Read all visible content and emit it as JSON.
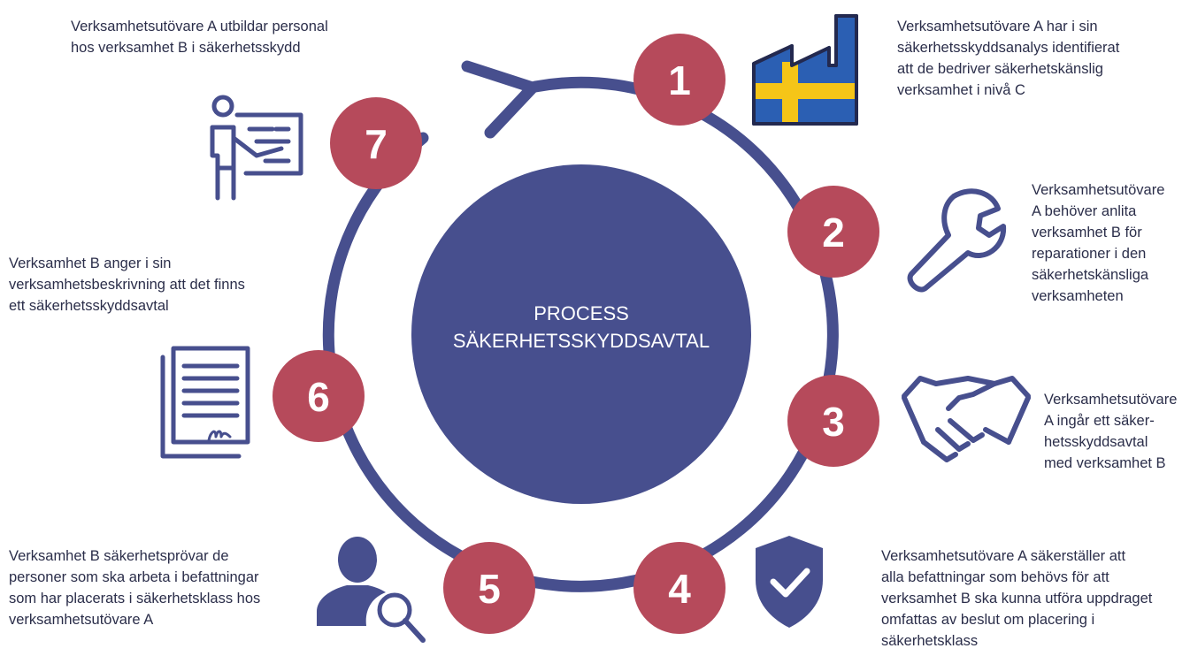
{
  "center": {
    "line1": "PROCESS",
    "line2": "SÄKERHETSSKYDDSAVTAL"
  },
  "colors": {
    "ring": "#474f8e",
    "center_fill": "#474f8e",
    "step_circle": "#b64a5b",
    "flag_blue": "#2b5fb3",
    "flag_yellow": "#f5c518"
  },
  "steps": [
    {
      "number": "1",
      "icon": "factory-swedish-flag-icon",
      "text": "Verksamhetsutövare A har i sin\nsäkerhetsskyddsanalys identifierat\natt de bedriver säkerhetskänslig\nverksamhet i nivå C"
    },
    {
      "number": "2",
      "icon": "wrench-icon",
      "text": "Verksamhetsutövare\nA behöver anlita\nverksamhet B för\nreparationer i den\nsäkerhetskänsliga\nverksamheten"
    },
    {
      "number": "3",
      "icon": "handshake-icon",
      "text": "Verksamhetsutövare\nA ingår ett säker-\nhetsskyddsavtal\nmed verksamhet B"
    },
    {
      "number": "4",
      "icon": "shield-check-icon",
      "text": "Verksamhetsutövare A säkerställer att\nalla befattningar som behövs för att\nverksamhet B ska kunna utföra uppdraget\nomfattas av beslut om placering i\nsäkerhetsklass"
    },
    {
      "number": "5",
      "icon": "person-search-icon",
      "text": "Verksamhet B säkerhetsprövar de\npersoner som ska arbeta i  befattningar\nsom har placerats i säkerhetsklass hos\nverksamhetsutövare A"
    },
    {
      "number": "6",
      "icon": "signed-document-icon",
      "text": "Verksamhet B anger i sin\nverksamhetsbeskrivning att det finns\nett säkerhetsskyddsavtal"
    },
    {
      "number": "7",
      "icon": "teacher-board-icon",
      "text": "Verksamhetsutövare A utbildar personal\nhos verksamhet B i säkerhetsskydd"
    }
  ]
}
